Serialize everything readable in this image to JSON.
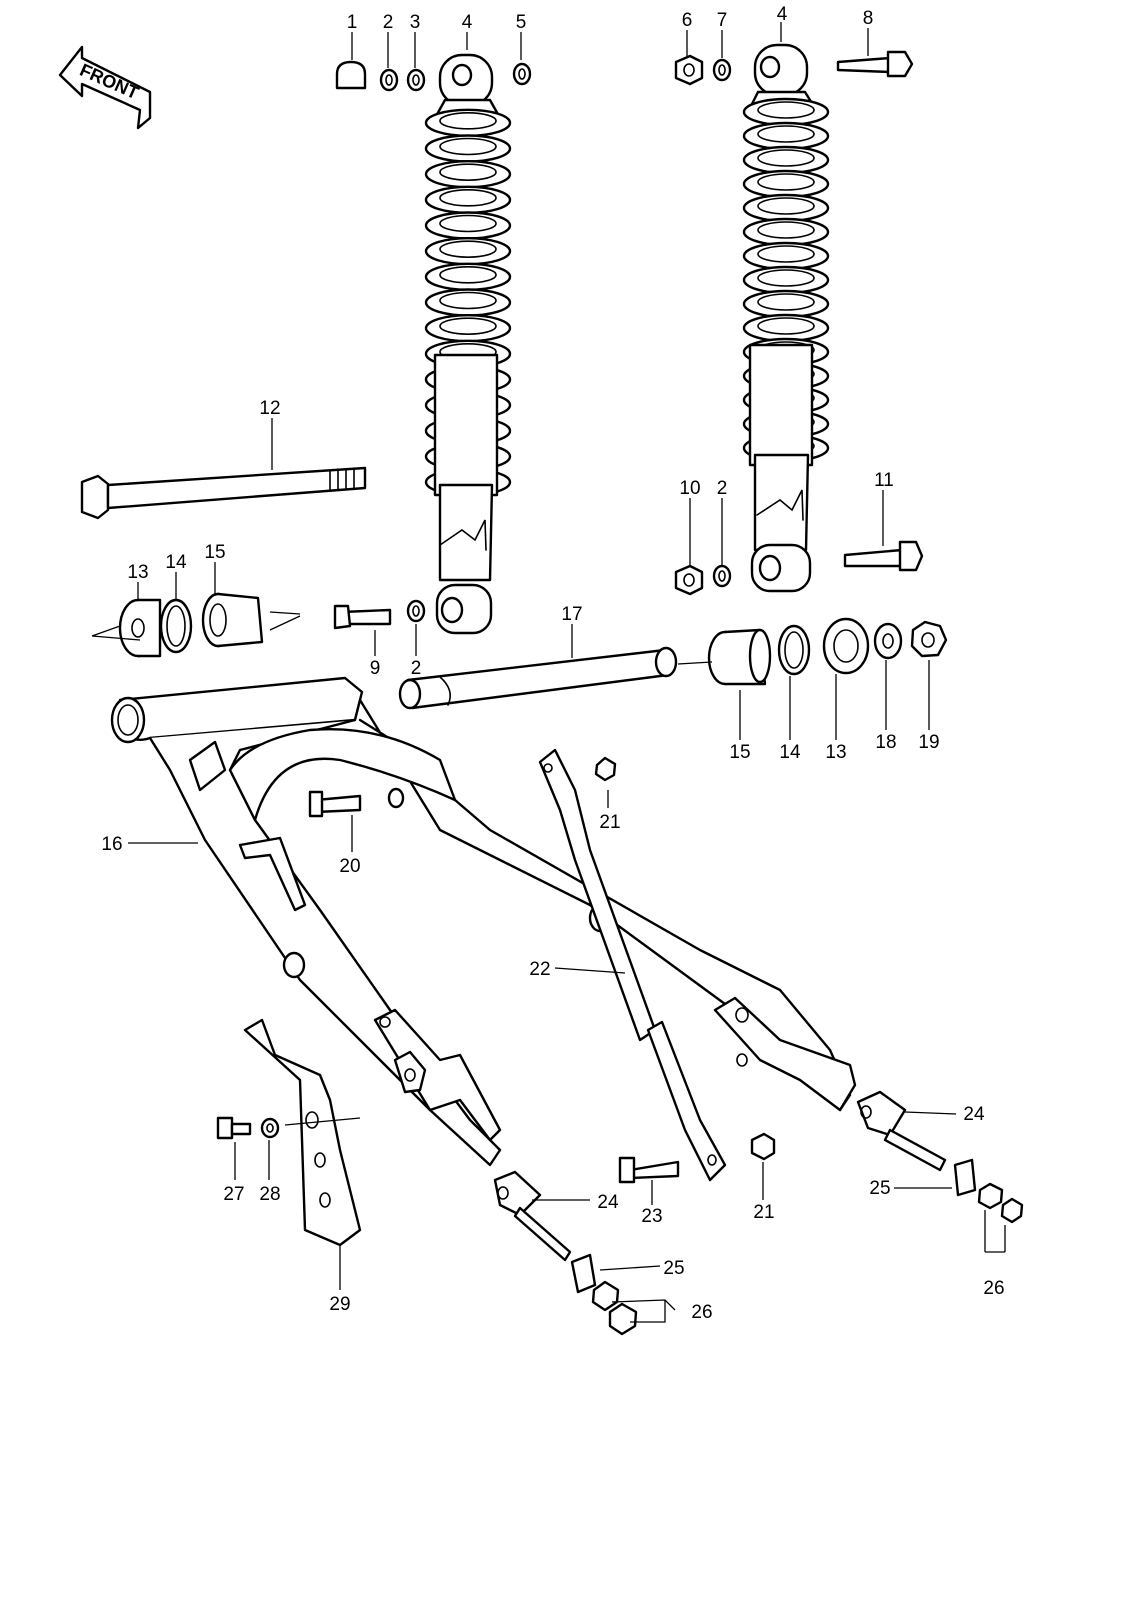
{
  "front_label": "FRONT",
  "callouts": {
    "c1": "1",
    "c2a": "2",
    "c3": "3",
    "c4a": "4",
    "c5": "5",
    "c6": "6",
    "c7": "7",
    "c4b": "4",
    "c8": "8",
    "c12": "12",
    "c10": "10",
    "c2b": "2",
    "c11": "11",
    "c13a": "13",
    "c14a": "14",
    "c15a": "15",
    "c9": "9",
    "c2c": "2",
    "c17": "17",
    "c15b": "15",
    "c14b": "14",
    "c13b": "13",
    "c18": "18",
    "c19": "19",
    "c16": "16",
    "c20": "20",
    "c21a": "21",
    "c22": "22",
    "c24a": "24",
    "c25a": "25",
    "c26a": "26",
    "c27": "27",
    "c28": "28",
    "c29": "29",
    "c24b": "24",
    "c23": "23",
    "c21b": "21",
    "c25b": "25",
    "c26b": "26"
  }
}
